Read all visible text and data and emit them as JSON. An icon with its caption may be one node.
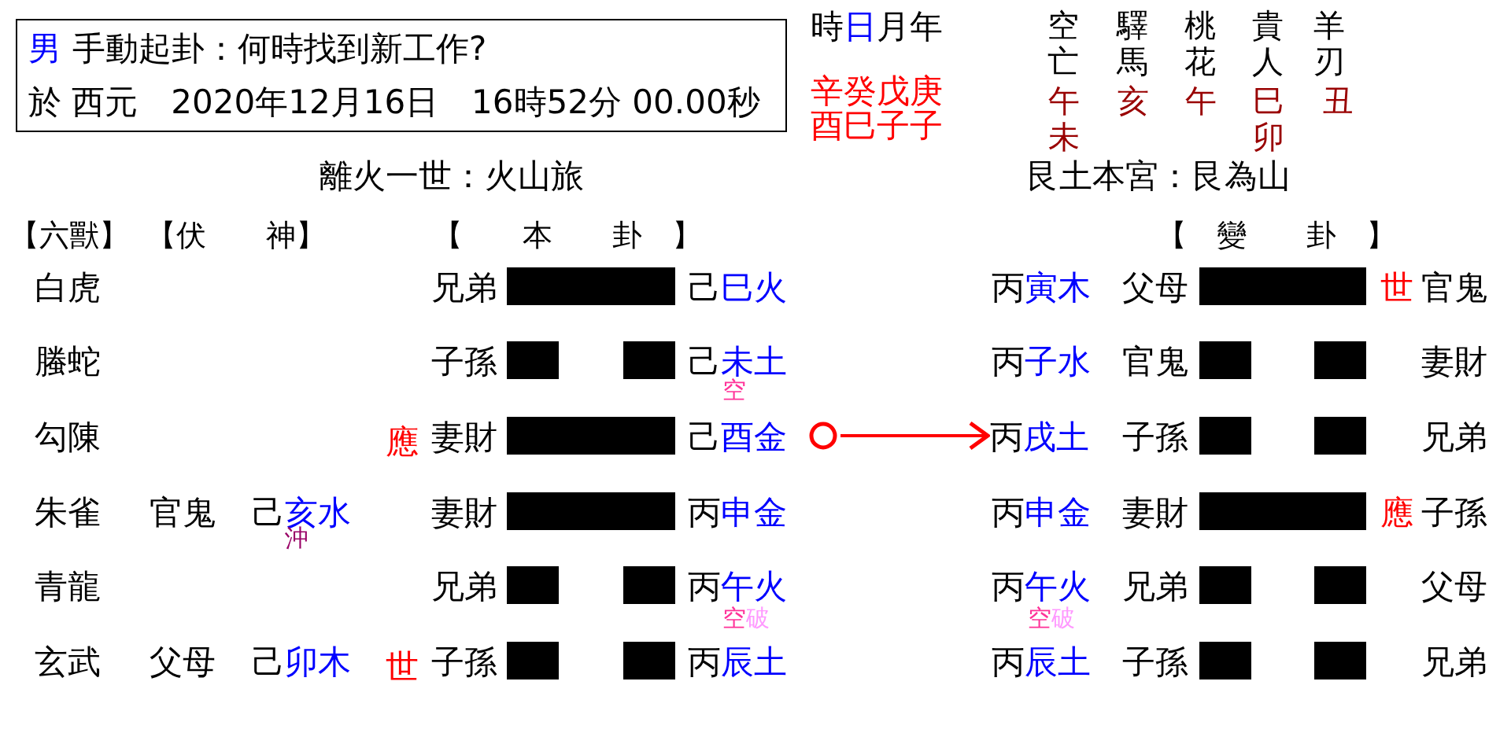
{
  "diagram": {
    "nodes": [
      {
        "text": [
          "男",
          "手動起卦：何時找到新工作?",
          "於 西元　2020年12月16日　16時52分 00.00秒"
        ]
      },
      {
        "text": [],
        "shape": "circle"
      },
      {
        "text": [
          "丙",
          "戌土"
        ]
      }
    ],
    "edges": [
      {
        "from": 1,
        "to": 2,
        "arrow": "to",
        "color": "#ff0000"
      }
    ],
    "labels": [
      "時",
      "日",
      "月年",
      "空亡",
      "驛馬",
      "桃花",
      "貴人",
      "羊刃",
      "辛癸戊庚",
      "酉巳子子",
      "午",
      "亥",
      "午",
      "巳",
      "丑",
      "未",
      "卯",
      "離火一世：火山旅",
      "艮土本宮：艮為山",
      "【六獸】",
      "【伏　　神】",
      "【　　本　　卦　】",
      "【　變　　卦　】",
      "白虎",
      "兄弟",
      "己",
      "巳火",
      "丙",
      "寅木",
      "父母",
      "世",
      "官鬼",
      "螣蛇",
      "子孫",
      "己",
      "未土",
      "丙",
      "子水",
      "官鬼",
      "妻財",
      "空",
      "勾陳",
      "應",
      "妻財",
      "己",
      "酉金",
      "子孫",
      "兄弟",
      "朱雀",
      "官鬼",
      "己",
      "亥水",
      "妻財",
      "丙",
      "申金",
      "丙",
      "申金",
      "妻財",
      "應",
      "子孫",
      "沖",
      "青龍",
      "兄弟",
      "丙",
      "午火",
      "丙",
      "午火",
      "兄弟",
      "父母",
      "空",
      "破",
      "空",
      "破",
      "玄武",
      "父母",
      "己",
      "卯木",
      "世",
      "子孫",
      "丙",
      "辰土",
      "丙",
      "辰土",
      "子孫",
      "兄弟"
    ]
  }
}
